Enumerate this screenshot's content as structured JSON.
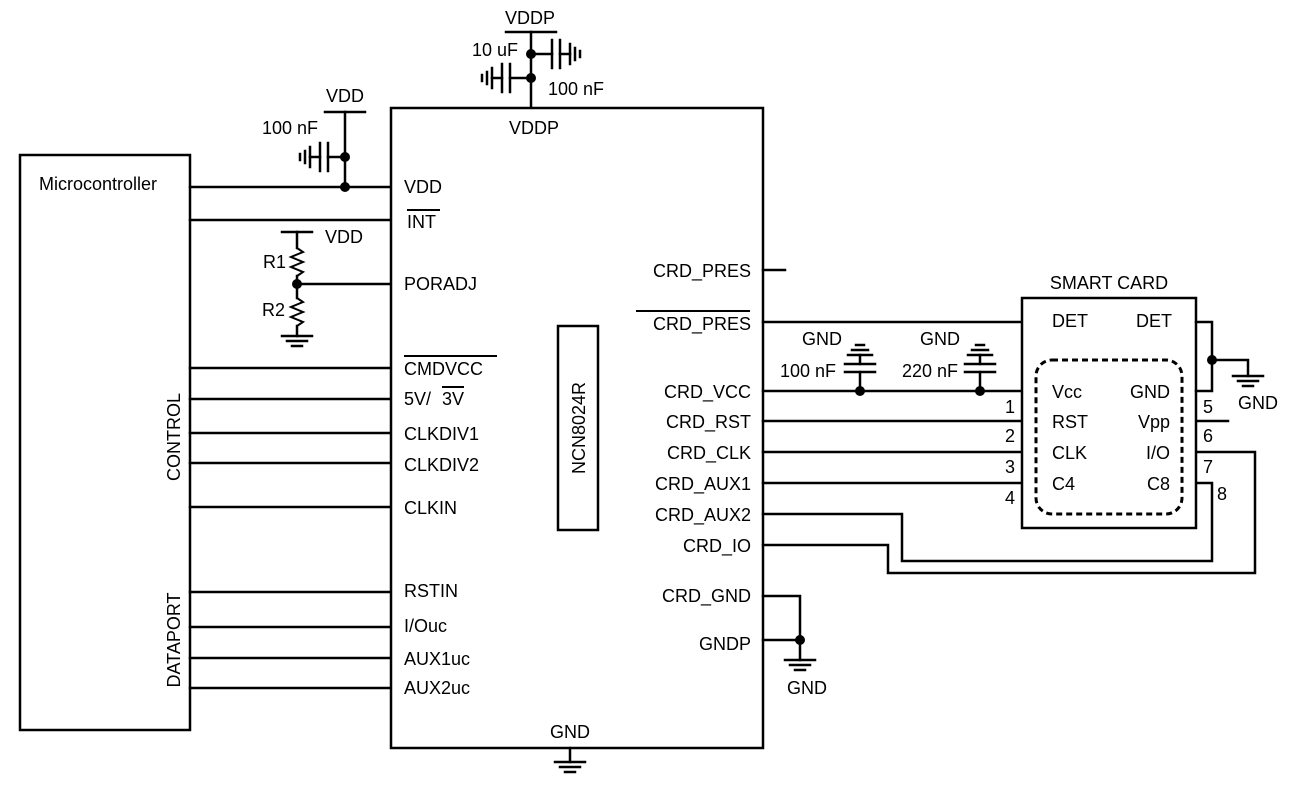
{
  "rails": {
    "vddp": "VDDP",
    "vdd": "VDD",
    "gnd": "GND"
  },
  "components": {
    "c_10u": "10 uF",
    "c_100n": "100 nF",
    "c_220n": "220 nF",
    "r1": "R1",
    "r2": "R2"
  },
  "mcu": {
    "title": "Microcontroller",
    "group_control": "CONTROL",
    "group_dataport": "DATAPORT"
  },
  "ic": {
    "name": "NCN8024R",
    "vddp_label": "VDDP",
    "gnd_label": "GND",
    "left_pins": [
      "VDD",
      "INT",
      "PORADJ",
      "CMDVCC",
      "5V/",
      "3V",
      "CLKDIV1",
      "CLKDIV2",
      "CLKIN",
      "RSTIN",
      "I/Ouc",
      "AUX1uc",
      "AUX2uc"
    ],
    "right_pins": [
      "CRD_PRES",
      "CRD_PRES",
      "CRD_VCC",
      "CRD_RST",
      "CRD_CLK",
      "CRD_AUX1",
      "CRD_AUX2",
      "CRD_IO",
      "CRD_GND",
      "GNDP"
    ]
  },
  "card": {
    "title": "SMART CARD",
    "det_left": "DET",
    "det_right": "DET",
    "left_contacts": [
      "Vcc",
      "RST",
      "CLK",
      "C4"
    ],
    "right_contacts": [
      "GND",
      "Vpp",
      "I/O",
      "C8"
    ],
    "left_numbers": [
      "1",
      "2",
      "3",
      "4"
    ],
    "right_numbers": [
      "5",
      "6",
      "7",
      "8"
    ]
  }
}
